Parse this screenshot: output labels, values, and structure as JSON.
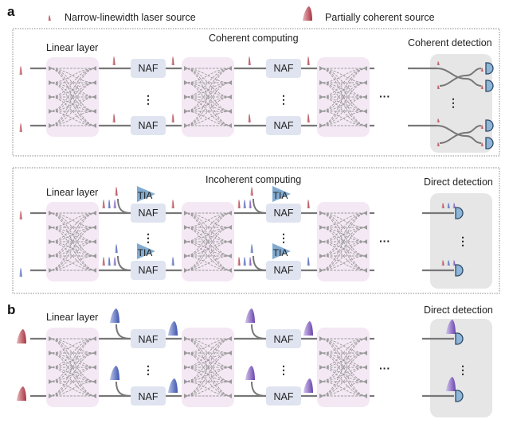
{
  "legend": {
    "narrow_source_label": "Narrow-linewidth laser source",
    "partial_source_label": "Partially coherent source"
  },
  "panel_a": {
    "letter": "a",
    "coherent": {
      "title": "Coherent computing",
      "linear_layer_label": "Linear layer",
      "detection_title": "Coherent detection",
      "naf_label": "NAF",
      "ellipsis_vertical": "⋮",
      "ellipsis_horizontal": "···"
    },
    "incoherent": {
      "title": "Incoherent computing",
      "linear_layer_label": "Linear layer",
      "detection_title": "Direct detection",
      "naf_label": "NAF",
      "tia_label": "TIA",
      "ellipsis_vertical": "⋮",
      "ellipsis_horizontal": "···"
    }
  },
  "panel_b": {
    "letter": "b",
    "linear_layer_label": "Linear layer",
    "detection_title": "Direct detection",
    "naf_label": "NAF",
    "ellipsis_vertical": "⋮",
    "ellipsis_horizontal": "···"
  },
  "colors": {
    "red_pulse": "#b5434f",
    "blue_pulse": "#4f63b8",
    "purple_pulse": "#7a5ab8",
    "naf_box": "#dfe4f0",
    "linear_layer_bg": "#f4e8f4",
    "detection_bg": "#e6e6e6",
    "detector": "#8fb6d8",
    "tia": "#6b9cc8",
    "waveguide": "#777777"
  }
}
